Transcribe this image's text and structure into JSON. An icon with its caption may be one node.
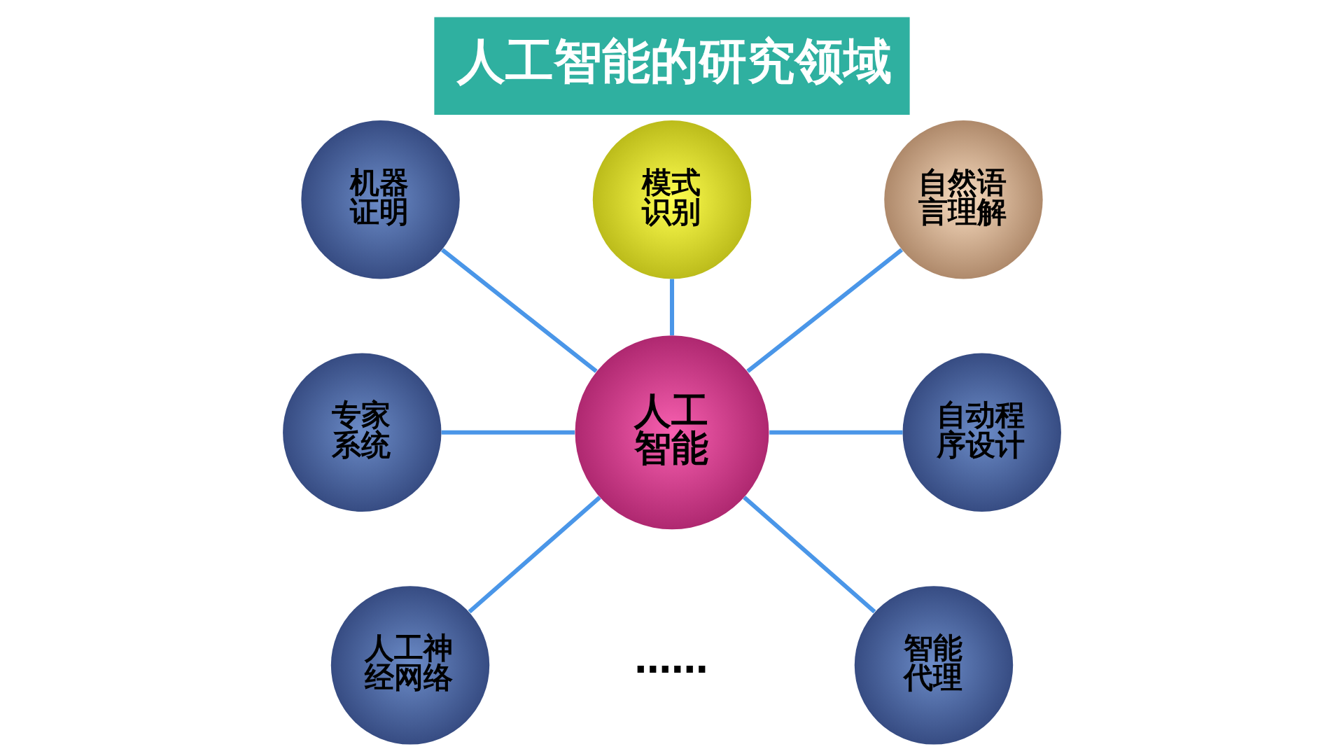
{
  "diagram": {
    "title": "人工智能的研究领域",
    "nodes": [
      {
        "text": [
          "模式识别"
        ]
      },
      {
        "text": [
          "机器证明"
        ]
      },
      {
        "text": [
          "自然语言理解"
        ]
      },
      {
        "text": [
          "专家系统"
        ]
      },
      {
        "text": [
          "人工智能"
        ]
      },
      {
        "text": [
          "自动程序设计"
        ]
      },
      {
        "text": [
          "人工神经网络"
        ]
      },
      {
        "text": [
          "智能代理"
        ]
      }
    ],
    "edges": [
      {
        "from": 1,
        "to": 4,
        "arrow": "none"
      },
      {
        "from": 0,
        "to": 4,
        "arrow": "none"
      },
      {
        "from": 2,
        "to": 4,
        "arrow": "none"
      },
      {
        "from": 3,
        "to": 4,
        "arrow": "none"
      },
      {
        "from": 4,
        "to": 5,
        "arrow": "none"
      },
      {
        "from": 4,
        "to": 6,
        "arrow": "none"
      },
      {
        "from": 4,
        "to": 7,
        "arrow": "none"
      }
    ],
    "labels": [
      "……"
    ]
  }
}
